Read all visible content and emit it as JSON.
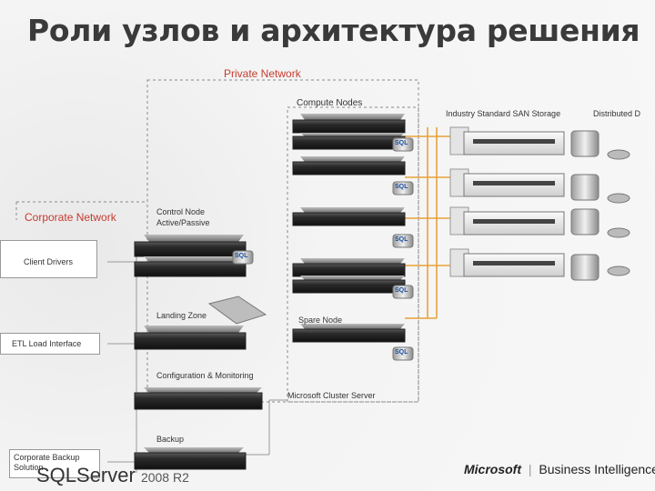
{
  "title": "Роли узлов и архитектура решения",
  "private_network": "Private Network",
  "compute_nodes": "Compute Nodes",
  "san_storage": "Industry Standard SAN Storage",
  "distributed": "Distributed D",
  "corporate_network": "Corporate Network",
  "control_node": "Control Node",
  "active_passive": "Active/Passive",
  "client_drivers": "Client Drivers",
  "landing_zone": "Landing Zone",
  "spare_node": "Spare Node",
  "etl_interface": "ETL Load Interface",
  "config_monitoring": "Configuration & Monitoring",
  "cluster_server": "Microsoft Cluster Server",
  "backup": "Backup",
  "corporate_backup": "Corporate Backup Solution",
  "sql_badge": "SQL",
  "sql_logo": "SQLServer",
  "sql_version": "2008 R2",
  "ms_brand": "Microsoft",
  "bi_brand": "Business Intelligence",
  "colors": {
    "accent_red": "#c73b2f",
    "orange_line": "#e8a13a",
    "dashed_gray": "#8a8a8a"
  }
}
